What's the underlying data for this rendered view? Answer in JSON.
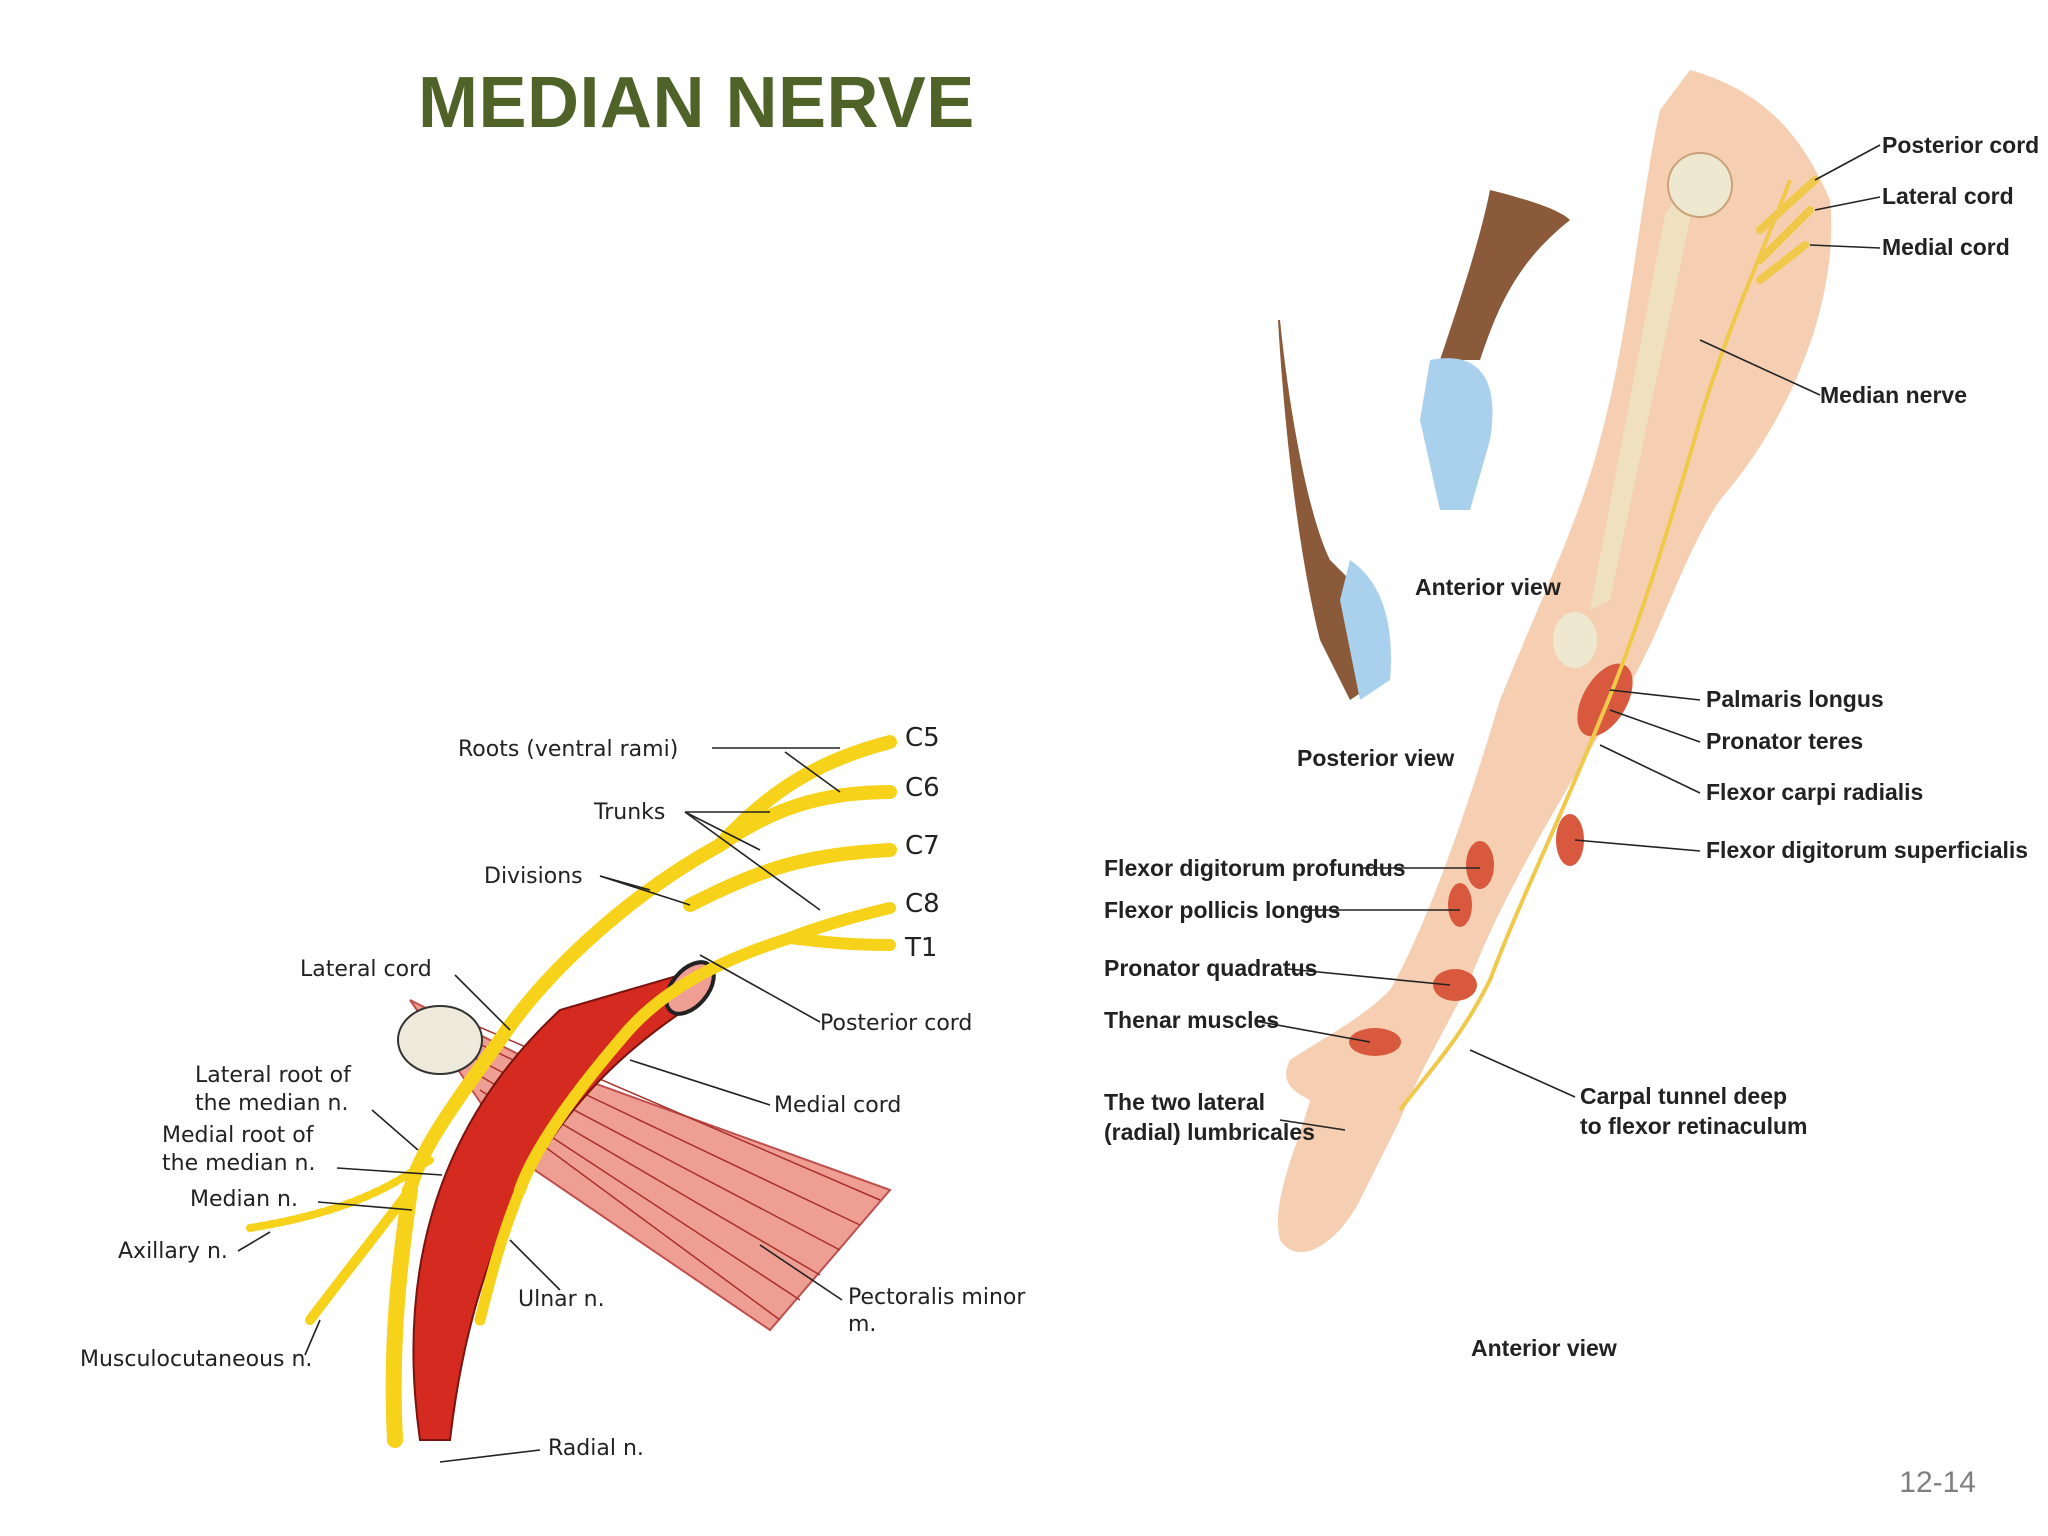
{
  "title": "MEDIAN NERVE",
  "page_number": "12-14",
  "plexus_labels": {
    "roots": "Roots (ventral rami)",
    "trunks": "Trunks",
    "divisions": "Divisions",
    "lateral_cord": "Lateral cord",
    "lateral_root_1": "Lateral root of",
    "lateral_root_2": "the median n.",
    "medial_root_1": "Medial root of",
    "medial_root_2": "the median n.",
    "median_n": "Median n.",
    "axillary_n": "Axillary n.",
    "musculocutaneous_n": "Musculocutaneous n.",
    "ulnar_n": "Ulnar n.",
    "radial_n": "Radial n.",
    "posterior_cord": "Posterior cord",
    "medial_cord": "Medial cord",
    "pectoralis_1": "Pectoralis minor",
    "pectoralis_2": "m.",
    "c5": "C5",
    "c6": "C6",
    "c7": "C7",
    "c8": "C8",
    "t1": "T1"
  },
  "arm_labels": {
    "posterior_cord": "Posterior cord",
    "lateral_cord": "Lateral cord",
    "medial_cord": "Medial cord",
    "median_nerve": "Median nerve",
    "anterior_view_inset": "Anterior view",
    "posterior_view_inset": "Posterior view",
    "palmaris_longus": "Palmaris longus",
    "pronator_teres": "Pronator teres",
    "flexor_carpi_radialis": "Flexor carpi radialis",
    "flexor_digitorum_superficialis": "Flexor digitorum superficialis",
    "flexor_digitorum_profundus": "Flexor digitorum profundus",
    "flexor_pollicis_longus": "Flexor pollicis longus",
    "pronator_quadratus": "Pronator quadratus",
    "thenar_muscles": "Thenar muscles",
    "lumbricales_1": "The two lateral",
    "lumbricales_2": "(radial) lumbricales",
    "carpal_tunnel_1": "Carpal tunnel deep",
    "carpal_tunnel_2": "to flexor retinaculum",
    "anterior_view_main": "Anterior view"
  },
  "colors": {
    "title": "#4f6228",
    "nerve": "#f6d21a",
    "artery": "#d42a20",
    "muscle": "#e98b80",
    "skin": "#f4c7a6",
    "dark_skin": "#8a5a3a",
    "sensory_area": "#a9d0ec"
  }
}
